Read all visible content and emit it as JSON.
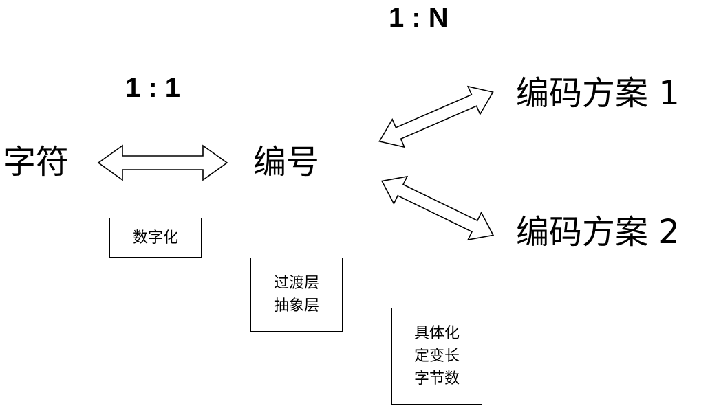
{
  "ratio_one_to_one": "1 : 1",
  "ratio_one_to_n": "1 : N",
  "nodes": {
    "character": "字符",
    "code_number": "编号",
    "scheme_1": "编码方案 1",
    "scheme_2": "编码方案 2"
  },
  "notes": {
    "digitize": [
      "数字化"
    ],
    "abstraction": [
      "过渡层",
      "抽象层"
    ],
    "concretize": [
      "具体化",
      "定变长",
      "字节数"
    ]
  }
}
